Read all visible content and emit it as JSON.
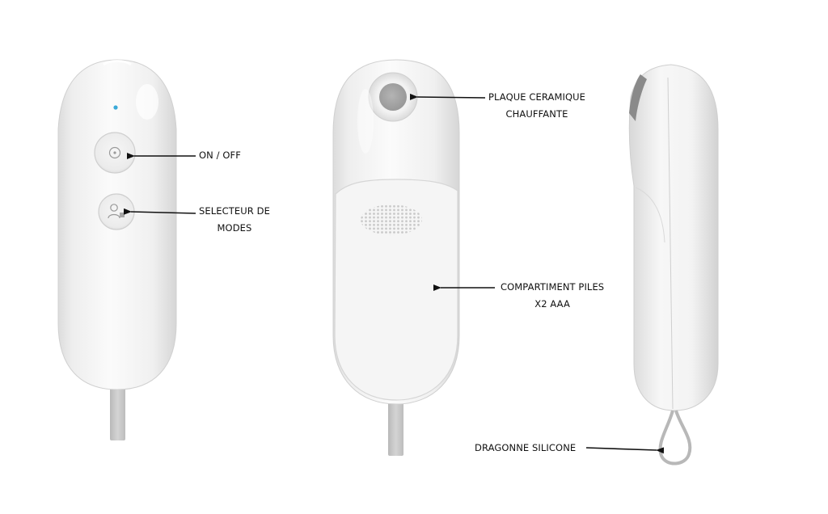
{
  "labels": {
    "on_off": {
      "lines": [
        "ON / OFF"
      ]
    },
    "mode_selector": {
      "lines": [
        "SELECTEUR DE",
        "MODES"
      ]
    },
    "ceramic_plate": {
      "lines": [
        "PLAQUE CERAMIQUE",
        "CHAUFFANTE"
      ]
    },
    "battery_compartment": {
      "lines": [
        "COMPARTIMENT PILES",
        "X2 AAA"
      ]
    },
    "wrist_strap": {
      "lines": [
        "DRAGONNE SILICONE"
      ]
    }
  },
  "colors": {
    "body": "#f4f4f4",
    "body_shadow": "#d9d9d9",
    "strap": "#c6c6c6",
    "plate": "#a9a9a9",
    "led": "#3aa9d8",
    "arrow": "#111111"
  },
  "icons": {
    "power_button": "power-icon",
    "mode_button": "user-profile-icon"
  }
}
